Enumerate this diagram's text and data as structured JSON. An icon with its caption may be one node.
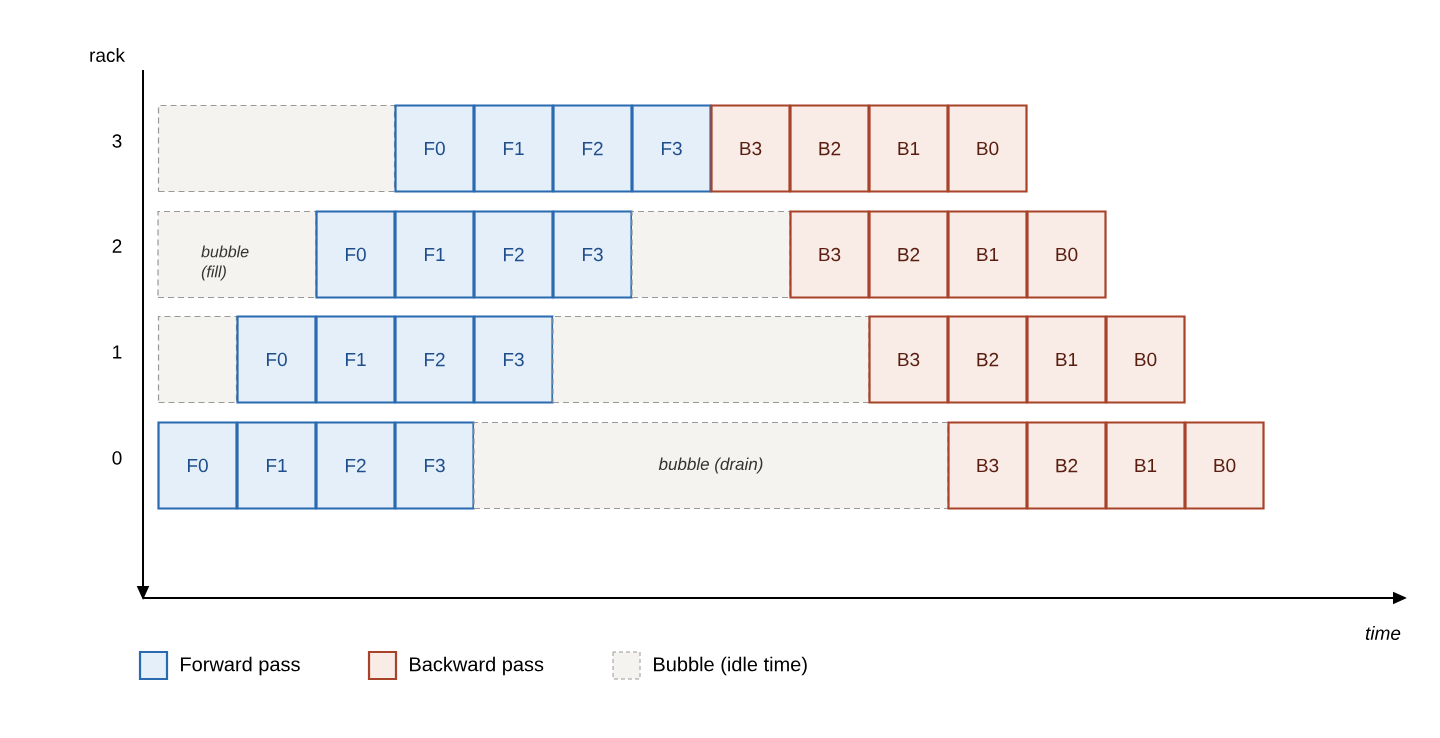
{
  "diagram": {
    "nodes": [
      {
        "text": [],
        "shape": "box"
      },
      {
        "text": [
          "F0"
        ]
      },
      {
        "text": [
          "F1"
        ]
      },
      {
        "text": [
          "F2"
        ]
      },
      {
        "text": [
          "F3"
        ]
      },
      {
        "text": [
          "B3"
        ]
      },
      {
        "text": [
          "B2"
        ]
      },
      {
        "text": [
          "B1"
        ]
      },
      {
        "text": [
          "B0"
        ]
      },
      {
        "text": [
          "bubble (fill)"
        ]
      },
      {
        "text": [
          "F0"
        ]
      },
      {
        "text": [
          "F1"
        ]
      },
      {
        "text": [
          "F2"
        ]
      },
      {
        "text": [
          "F3"
        ]
      },
      {
        "text": [],
        "shape": "box"
      },
      {
        "text": [
          "B3"
        ]
      },
      {
        "text": [
          "B2"
        ]
      },
      {
        "text": [
          "B1"
        ]
      },
      {
        "text": [
          "B0"
        ]
      },
      {
        "text": [],
        "shape": "box"
      },
      {
        "text": [
          "F0"
        ]
      },
      {
        "text": [
          "F1"
        ]
      },
      {
        "text": [
          "F2"
        ]
      },
      {
        "text": [
          "F3"
        ]
      },
      {
        "text": [],
        "shape": "box"
      },
      {
        "text": [
          "B3"
        ]
      },
      {
        "text": [
          "B2"
        ]
      },
      {
        "text": [
          "B1"
        ]
      },
      {
        "text": [
          "B0"
        ]
      },
      {
        "text": [
          "F0"
        ]
      },
      {
        "text": [
          "F1"
        ]
      },
      {
        "text": [
          "F2"
        ]
      },
      {
        "text": [
          "F3"
        ]
      },
      {
        "text": [
          "bubble (drain)"
        ]
      },
      {
        "text": [
          "B3"
        ]
      },
      {
        "text": [
          "B2"
        ]
      },
      {
        "text": [
          "B1"
        ]
      },
      {
        "text": [
          "B0"
        ]
      }
    ],
    "labels": [
      "rack",
      "3",
      "2",
      "1",
      "0",
      "time"
    ],
    "legend": [
      {
        "text": "Forward pass",
        "color": "#e5eff9"
      },
      {
        "text": "Backward pass",
        "color": "#f9ebe6"
      },
      {
        "text": "Bubble (idle time)",
        "color": "#f4f3ef"
      }
    ]
  }
}
